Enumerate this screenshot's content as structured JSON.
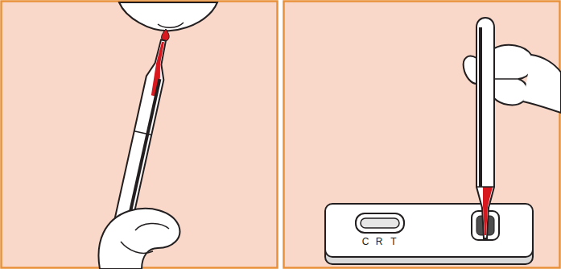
{
  "diagram": {
    "labels": [
      "C",
      "R",
      "T"
    ]
  }
}
